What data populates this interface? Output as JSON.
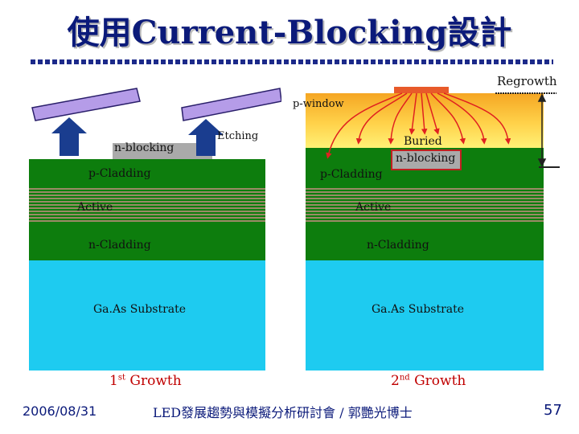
{
  "title": "使用Current-Blocking設計",
  "left": {
    "n_blocking": "n-blocking",
    "p_cladding": "p-Cladding",
    "active": "Active",
    "n_cladding": "n-Cladding",
    "substrate": "Ga.As Substrate",
    "growth_ordinal": "1",
    "growth_sup": "st",
    "growth_word": "Growth",
    "etching": "Etching"
  },
  "right": {
    "regrowth": "Regrowth",
    "p_window": "p-window",
    "buried_line1": "Buried",
    "buried_line2": "n-blocking",
    "p_cladding": "p-Cladding",
    "active": "Active",
    "n_cladding": "n-Cladding",
    "substrate": "Ga.As Substrate",
    "growth_ordinal": "2",
    "growth_sup": "nd",
    "growth_word": "Growth"
  },
  "footer": {
    "date": "2006/08/31",
    "center": "LED發展趨勢與模擬分析研討會 / 郭艷光博士",
    "page": "57"
  },
  "colors": {
    "title": "#0b1a7a",
    "green": "#0d7d0d",
    "cyan": "#1ecbf0",
    "window_top": "#f5a623",
    "window_bottom": "#fff176",
    "arrow_red": "#e02020",
    "growth_red": "#c00000",
    "wafer_purple": "#b59ce8",
    "up_arrow": "#1a3d8f"
  }
}
